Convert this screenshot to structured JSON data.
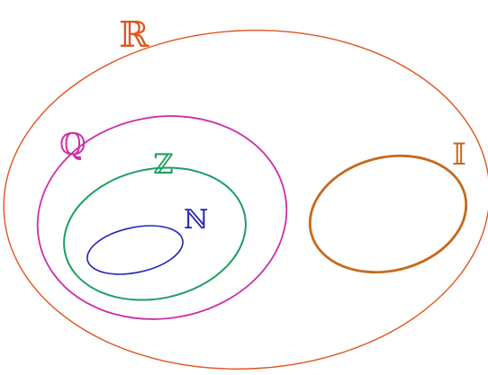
{
  "diagram": {
    "sets": [
      {
        "key": "reals",
        "symbol": "ℝ",
        "color": "#e0561f"
      },
      {
        "key": "rationals",
        "symbol": "ℚ",
        "color": "#cc2fa8"
      },
      {
        "key": "integers",
        "symbol": "ℤ",
        "color": "#1f9e63"
      },
      {
        "key": "naturals",
        "symbol": "ℕ",
        "color": "#2525b8"
      },
      {
        "key": "irrationals",
        "symbol": "𝕀",
        "color": "#c56a1e"
      }
    ],
    "relationships": {
      "naturals_subset_of": "integers",
      "integers_subset_of": "rationals",
      "rationals_subset_of": "reals",
      "irrationals_subset_of": "reals",
      "rationals_disjoint_from": "irrationals"
    }
  }
}
